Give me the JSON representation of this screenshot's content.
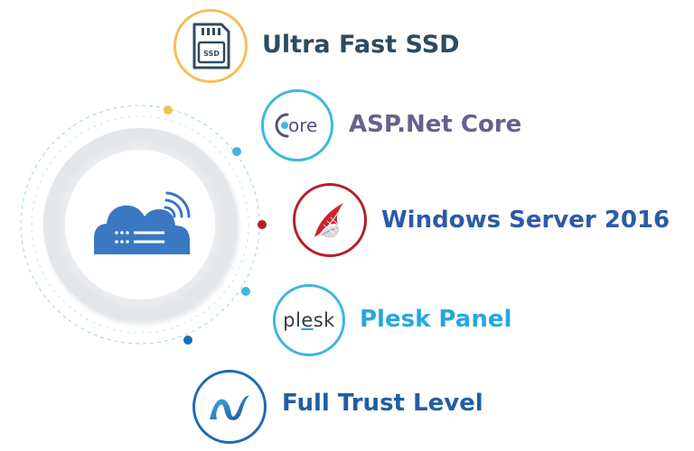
{
  "features": [
    {
      "label": "Ultra Fast SSD",
      "icon": "ssd-card-icon",
      "color": "#2e4b5e",
      "ring": "#f3c055",
      "badge": "SSD"
    },
    {
      "label": "ASP.Net Core",
      "icon": "dotnet-core-icon",
      "color": "#6a5f8e",
      "ring": "#3fb6dd",
      "mark": "ore"
    },
    {
      "label": "Windows Server 2016",
      "icon": "sql-server-icon",
      "color": "#2d5aa6",
      "ring": "#b3202b"
    },
    {
      "label": "Plesk Panel",
      "icon": "plesk-logo-icon",
      "color": "#27a7e0",
      "ring": "#3fb6dd",
      "mark_start": "pl",
      "mark_under": "e",
      "mark_end": "sk"
    },
    {
      "label": "Full Trust Level",
      "icon": "dotnet-logo-icon",
      "color": "#1f5fa4",
      "ring": "#1c6cb5"
    }
  ],
  "colors": {
    "cloud": "#3a78c4",
    "ring": "#eef0f2",
    "dots": [
      "#f3c055",
      "#3fb6dd",
      "#b3202b",
      "#3fb6dd",
      "#1c6cb5"
    ]
  }
}
